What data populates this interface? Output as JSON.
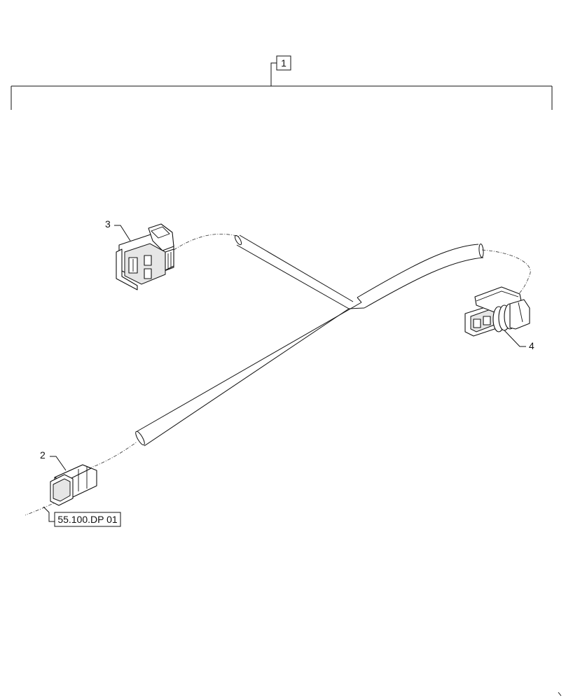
{
  "callouts": {
    "assembly": "1",
    "plug_2": "2",
    "connector_3": "3",
    "connector_4": "4"
  },
  "reference": {
    "label": "55.100.DP 01"
  },
  "icons": [
    "wire-harness-icon",
    "connector-icon"
  ]
}
